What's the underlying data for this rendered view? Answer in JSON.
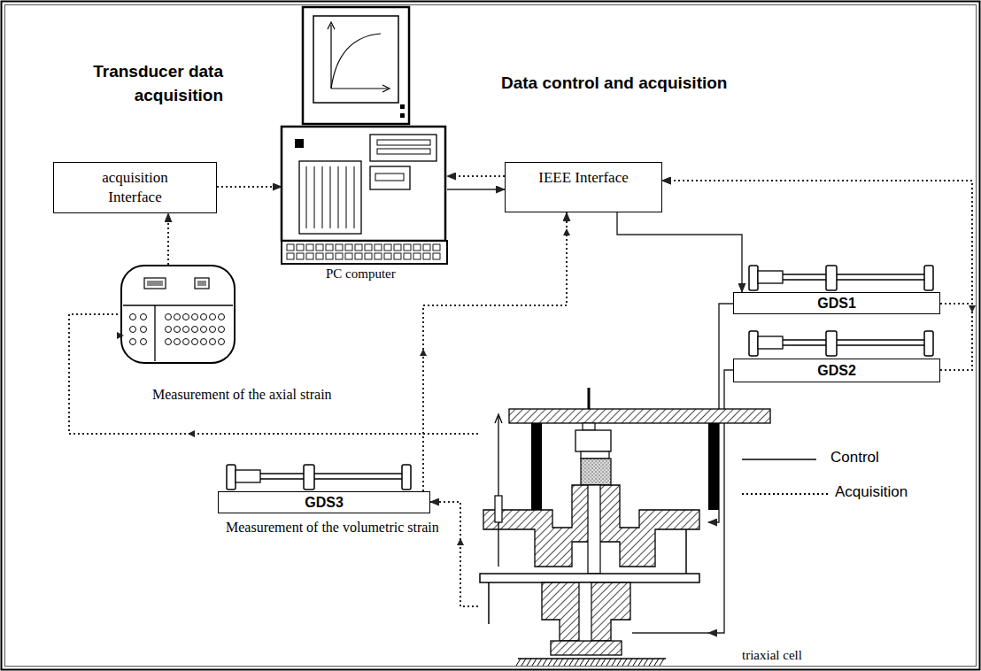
{
  "diagram": {
    "nodes": [
      {
        "text": [
          "acquisition Interface"
        ]
      },
      {
        "text": [
          "PC computer"
        ]
      },
      {
        "text": [
          "IEEE Interface"
        ]
      },
      {
        "text": [
          "GDS1"
        ]
      },
      {
        "text": [
          "GDS2"
        ]
      },
      {
        "text": [
          "GDS3"
        ]
      },
      {
        "text": [
          "triaxial cell"
        ]
      }
    ],
    "edges": [
      {
        "from": 0,
        "to": 1,
        "arrow": "to"
      },
      {
        "from": 2,
        "to": 1,
        "arrow": "to"
      },
      {
        "from": 1,
        "to": 2,
        "arrow": "to"
      },
      {
        "from": 2,
        "to": 3,
        "arrow": "to"
      },
      {
        "from": 3,
        "to": 2,
        "arrow": "to"
      },
      {
        "from": 4,
        "to": 2,
        "arrow": "to"
      },
      {
        "from": 5,
        "to": 2,
        "arrow": "to"
      },
      {
        "from": 3,
        "to": 6,
        "arrow": "to"
      },
      {
        "from": 4,
        "to": 6,
        "arrow": "to"
      },
      {
        "from": 6,
        "to": 5,
        "arrow": "to"
      },
      {
        "from": 6,
        "to": 0,
        "arrow": "to"
      }
    ],
    "labels": [
      "Transducer data acquisition",
      "Data control and acquisition",
      "Measurement of the axial strain",
      "Measurement of the volumetric strain"
    ],
    "legend": [
      {
        "text": "Control"
      },
      {
        "text": "Acquisition"
      }
    ]
  }
}
